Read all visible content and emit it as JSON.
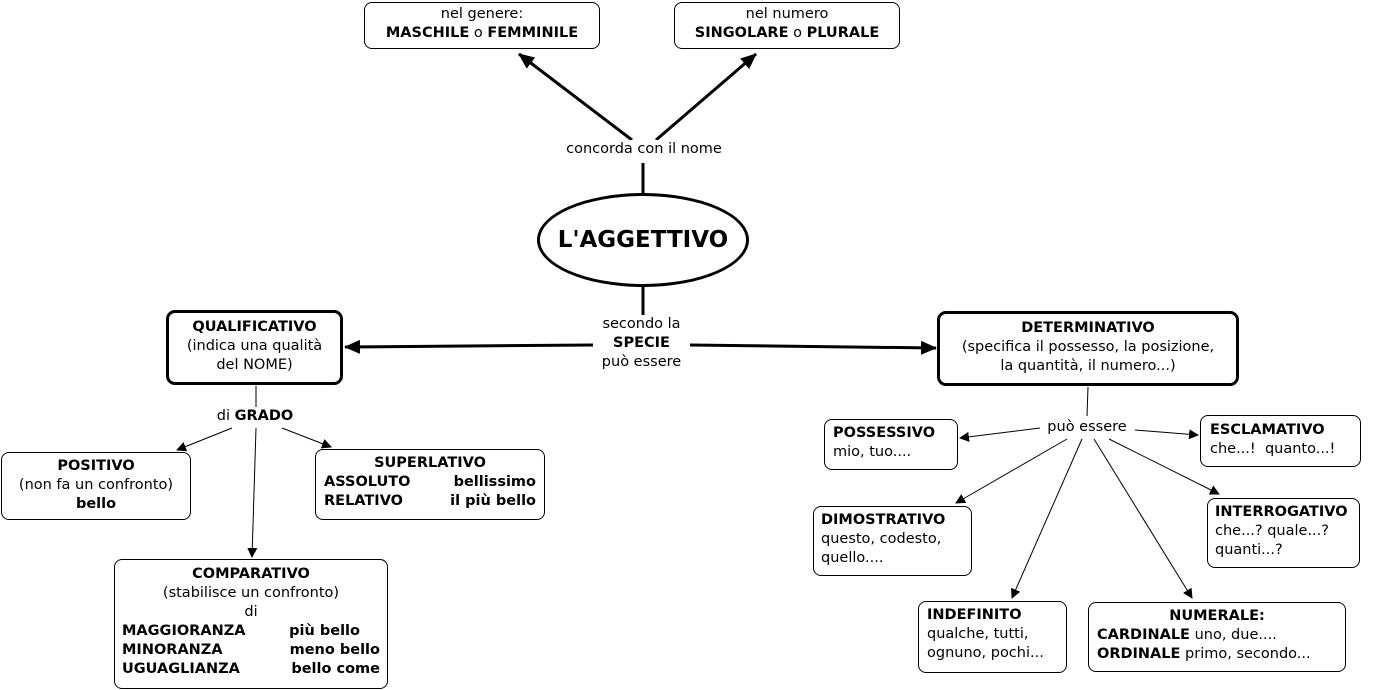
{
  "title": "L'AGGETTIVO",
  "links": {
    "agreement": "concorda con il nome",
    "species": {
      "line1": "secondo la",
      "line2": "SPECIE",
      "line3": "può essere"
    },
    "degree": {
      "prefix": "di",
      "bold": "GRADO"
    },
    "determinative": "può essere"
  },
  "nodes": {
    "gender": {
      "line1": "nel genere:",
      "b1": "MASCHILE",
      "mid": " o ",
      "b2": "FEMMINILE"
    },
    "number": {
      "line1": "nel numero",
      "b1": "SINGOLARE",
      "mid": " o ",
      "b2": "PLURALE"
    },
    "qualificativo": {
      "title": "QUALIFICATIVO",
      "line1": "(indica una qualità",
      "line2": "del NOME)"
    },
    "determinativo": {
      "title": "DETERMINATIVO",
      "line1": "(specifica il possesso, la posizione,",
      "line2": "la quantità, il numero...)"
    },
    "positivo": {
      "title": "POSITIVO",
      "line1": "(non fa un confronto)",
      "line2": "bello"
    },
    "superlativo": {
      "title": "SUPERLATIVO",
      "rows": [
        [
          "ASSOLUTO",
          "bellissimo"
        ],
        [
          "RELATIVO",
          "il più bello"
        ]
      ]
    },
    "comparativo": {
      "title": "COMPARATIVO",
      "line1": "(stabilisce un confronto)",
      "line2": "di",
      "rows": [
        [
          "MAGGIORANZA",
          "più bello"
        ],
        [
          "MINORANZA",
          "meno bello"
        ],
        [
          "UGUAGLIANZA",
          "bello come"
        ]
      ]
    },
    "possessivo": {
      "title": "POSSESSIVO",
      "line1": "mio, tuo...."
    },
    "esclamativo": {
      "title": "ESCLAMATIVO",
      "line1": "che...!  quanto...!"
    },
    "dimostrativo": {
      "title": "DIMOSTRATIVO",
      "line1": "questo, codesto,",
      "line2": "quello...."
    },
    "interrogativo": {
      "title": "INTERROGATIVO",
      "line1": "che...? quale...?",
      "line2": "quanti...?"
    },
    "indefinito": {
      "title": "INDEFINITO",
      "line1": "qualche, tutti,",
      "line2": "ognuno, pochi..."
    },
    "numerale": {
      "title": "NUMERALE:",
      "r1b": "CARDINALE",
      "r1": " uno, due....",
      "r2b": "ORDINALE",
      "r2": " primo, secondo..."
    }
  }
}
